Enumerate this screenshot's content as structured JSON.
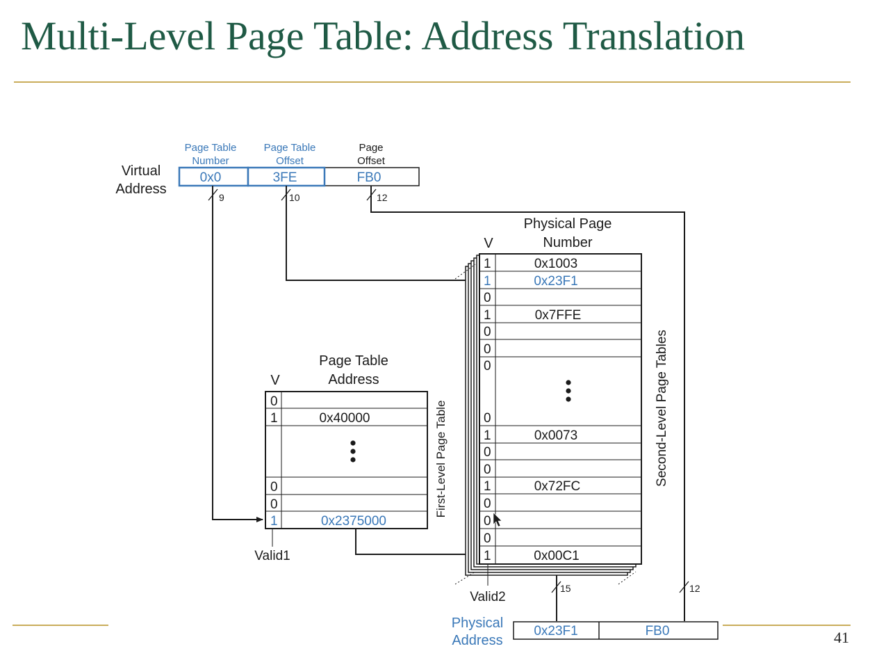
{
  "title": "Multi-Level Page Table: Address Translation",
  "slide_number": "41",
  "colors": {
    "accent": "#3a78b8",
    "title": "#1f5a45",
    "rule": "#c9ac5a",
    "ink": "#1a1a1a"
  },
  "virtual_address": {
    "label_line1": "Virtual",
    "label_line2": "Address",
    "field1_header_line1": "Page Table",
    "field1_header_line2": "Number",
    "field2_header_line1": "Page Table",
    "field2_header_line2": "Offset",
    "field3_header_line1": "Page",
    "field3_header_line2": "Offset",
    "field1_value": "0x0",
    "field2_value": "3FE",
    "field3_value": "FB0",
    "field1_bits": "9",
    "field2_bits": "10",
    "field3_bits": "12"
  },
  "first_level": {
    "v_header": "V",
    "col_header_line1": "Page Table",
    "col_header_line2": "Address",
    "side_label": "First-Level Page Table",
    "valid_label": "Valid1",
    "rows": [
      {
        "v": "0",
        "val": ""
      },
      {
        "v": "1",
        "val": "0x40000"
      },
      {
        "v": "0",
        "val": ""
      },
      {
        "v": "0",
        "val": ""
      },
      {
        "v": "1",
        "val": "0x2375000"
      }
    ]
  },
  "second_level": {
    "v_header": "V",
    "col_header_line1": "Physical Page",
    "col_header_line2": "Number",
    "side_label": "Second-Level Page Tables",
    "valid_label": "Valid2",
    "rows_top": [
      {
        "v": "1",
        "val": "0x1003"
      },
      {
        "v": "1",
        "val": "0x23F1"
      },
      {
        "v": "0",
        "val": ""
      },
      {
        "v": "1",
        "val": "0x7FFE"
      },
      {
        "v": "0",
        "val": ""
      },
      {
        "v": "0",
        "val": ""
      },
      {
        "v": "0",
        "val": ""
      }
    ],
    "rows_bottom": [
      {
        "v": "0",
        "val": ""
      },
      {
        "v": "1",
        "val": "0x0073"
      },
      {
        "v": "0",
        "val": ""
      },
      {
        "v": "0",
        "val": ""
      },
      {
        "v": "1",
        "val": "0x72FC"
      },
      {
        "v": "0",
        "val": ""
      },
      {
        "v": "0",
        "val": ""
      },
      {
        "v": "0",
        "val": ""
      },
      {
        "v": "1",
        "val": "0x00C1"
      }
    ]
  },
  "physical_address": {
    "label_line1": "Physical",
    "label_line2": "Address",
    "ppn_value": "0x23F1",
    "offset_value": "FB0",
    "ppn_bits": "15",
    "offset_bits": "12"
  }
}
